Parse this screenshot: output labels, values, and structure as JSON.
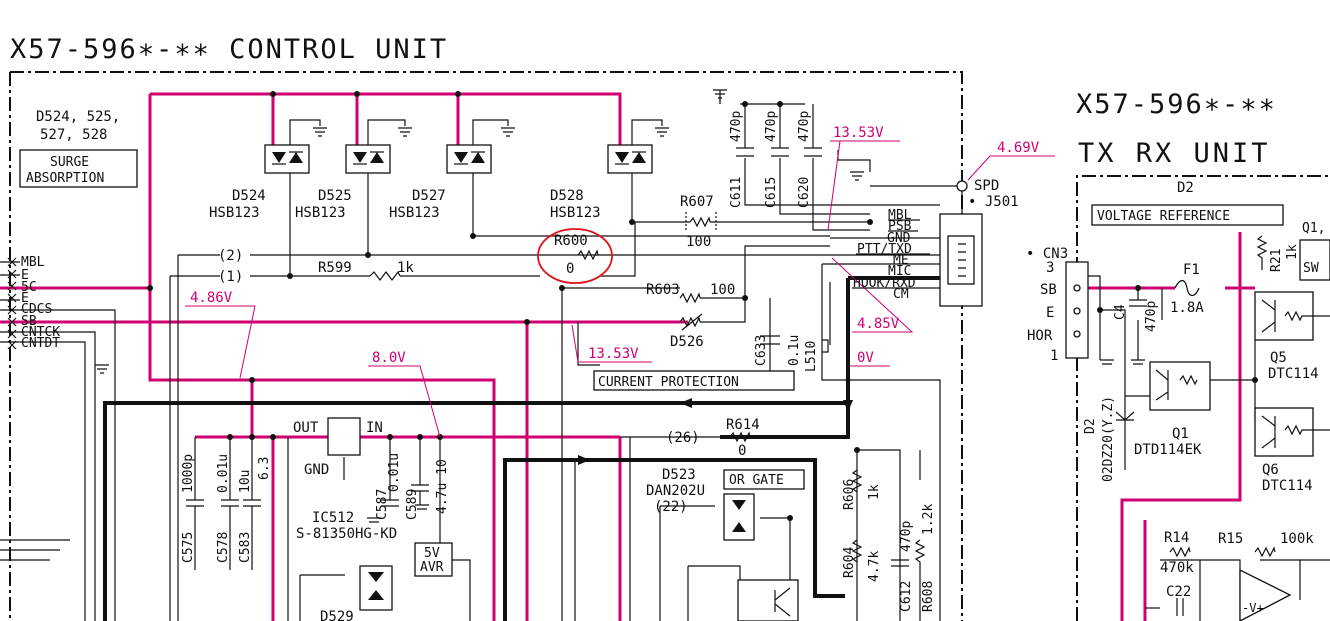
{
  "titles": {
    "control_unit": "X57-596∗-∗∗  CONTROL UNIT",
    "txrx_model": "X57-596∗-∗∗",
    "txrx_name": "TX RX UNIT"
  },
  "surge": {
    "diodes": "D524, 525,",
    "diodes2": "527, 528",
    "box1": "SURGE",
    "box2": "ABSORPTION"
  },
  "diodes": [
    {
      "ref": "D524",
      "part": "HSB123"
    },
    {
      "ref": "D525",
      "part": "HSB123"
    },
    {
      "ref": "D527",
      "part": "HSB123"
    },
    {
      "ref": "D528",
      "part": "HSB123"
    }
  ],
  "caps_top": [
    "470p",
    "470p",
    "470p"
  ],
  "caps_top_ref": [
    "C611",
    "C615",
    "C620"
  ],
  "voltages": {
    "v1353a": "13.53V",
    "v469": "4.69V",
    "v486": "4.86V",
    "v80": "8.0V",
    "v1353b": "13.53V",
    "v485": "4.85V",
    "v0": "0V"
  },
  "connector": {
    "spd": "SPD",
    "j501": "• J501",
    "pins": [
      "MBL",
      "PSB",
      "GND",
      "PTT/TXD",
      "ME",
      "MIC",
      "HOOK/RXD",
      "CM"
    ]
  },
  "left_signals": [
    "MBL",
    "E",
    "5C",
    "E",
    "CDCS",
    "SB",
    "CNTCK",
    "CNTDT"
  ],
  "resistors": {
    "r607": "R607",
    "r607v": "100",
    "r600": "R600",
    "r600v": "0",
    "r599": "R599",
    "r599v": "1k",
    "r603": "R603",
    "r603v": "100",
    "r614": "R614",
    "r614v": "0",
    "r606": "R606",
    "r606v": "1k",
    "r604": "R604",
    "r604v": "4.7k",
    "r608": "R608",
    "r608v": "1.2k"
  },
  "nodes": {
    "n2": "(2)",
    "n1": "(1)",
    "n26": "(26)",
    "n22": "(22)"
  },
  "misc": {
    "d526": "D526",
    "current_protection": "CURRENT PROTECTION",
    "c633": "C633",
    "c633v": "0.1u",
    "l510": "L510",
    "or_gate": "OR GATE",
    "d523": "D523",
    "d523p": "DAN202U",
    "c612": "C612",
    "c612v": "470p"
  },
  "regulator": {
    "out": "OUT",
    "in": "IN",
    "gnd": "GND",
    "ic": "IC512",
    "part": "S-81350HG-KD",
    "avr1": "5V",
    "avr2": "AVR",
    "d529": "D529"
  },
  "caps_bottom": [
    {
      "ref": "C575",
      "val": "1000p"
    },
    {
      "ref": "C578",
      "val": "0.01u"
    },
    {
      "ref": "C583",
      "val": "10u"
    },
    {
      "ref": "",
      "val": "6.3"
    },
    {
      "ref": "C587",
      "val": "0.01u"
    },
    {
      "ref": "C589",
      "val": "4.7u 10"
    }
  ],
  "txrx": {
    "d2": "D2",
    "voltage_reference": "VOLTAGE REFERENCE",
    "cn3": "• CN3",
    "cn3pins": [
      "3",
      "SB",
      "E",
      "HOR",
      "1"
    ],
    "f1": "F1",
    "f1v": "1.8A",
    "c4": "C4",
    "c4v": "470p",
    "r21": "R21",
    "r21v": "1k",
    "q1top": "Q1,",
    "sw": "SW",
    "d2b": "D2",
    "d2part": "02DZ20(Y.Z)",
    "q1": "Q1",
    "q1part": "DTD114EK",
    "q5": "Q5",
    "q5part": "DTC114",
    "q6": "Q6",
    "q6part": "DTC114",
    "r14": "R14",
    "r14v": "470k",
    "r15": "R15",
    "r15v": "100k",
    "c22": "C22"
  },
  "colors": {
    "accent_pink": "#d10072",
    "ink": "#111111"
  }
}
